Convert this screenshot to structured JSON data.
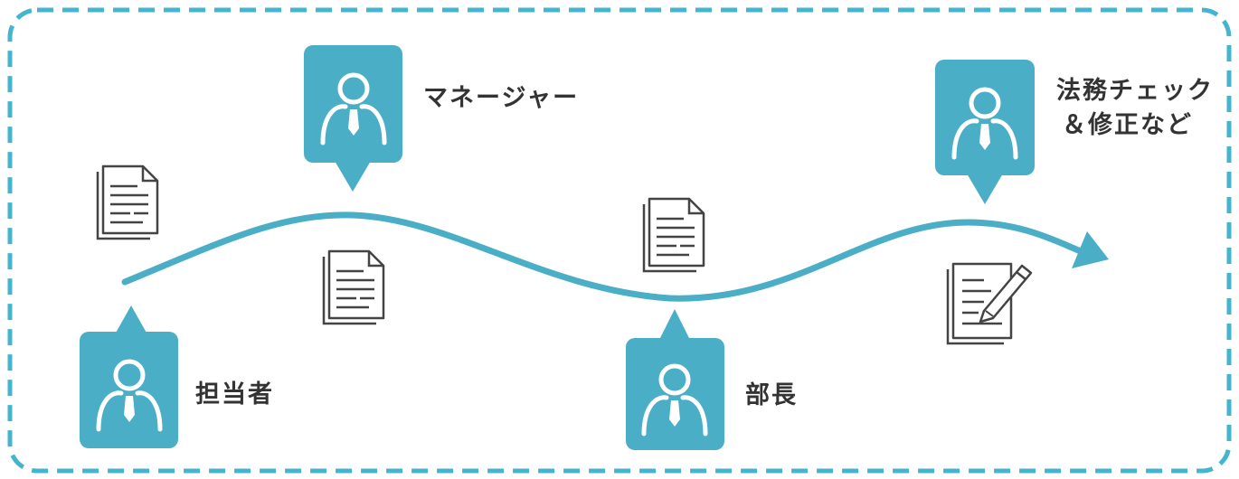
{
  "colors": {
    "accent": "#4aaec6",
    "border": "#45b5cf",
    "text": "#333333",
    "doc": "#444444"
  },
  "icons": {
    "person": "person-with-tie-icon",
    "document": "document-icon",
    "edit_document": "document-with-pen-icon"
  },
  "flow": {
    "arrow": "workflow-arrow",
    "steps": [
      {
        "id": "tantosha",
        "label_lines": [
          "担当者"
        ]
      },
      {
        "id": "manager",
        "label_lines": [
          "マネージャー"
        ]
      },
      {
        "id": "bucho",
        "label_lines": [
          "部長"
        ]
      },
      {
        "id": "legal",
        "label_lines": [
          "法務チェック",
          "＆修正など"
        ]
      }
    ]
  }
}
